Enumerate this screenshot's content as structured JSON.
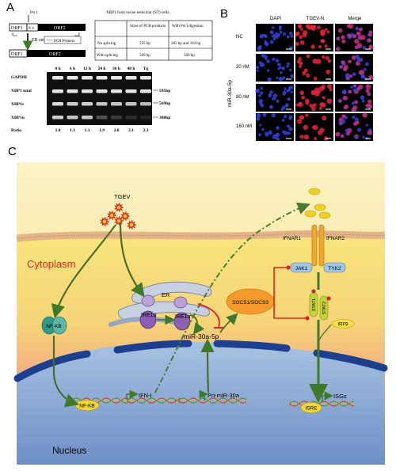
{
  "panel_a": {
    "letter": "A",
    "schematic": {
      "pst_label": "Pst I",
      "orf1": "ORF1",
      "orf2": "ORF2",
      "box_26nt": "26 nt",
      "er_stress": "ER stress",
      "pcr_primers": "PCR Primers"
    },
    "table": {
      "caption": "XBP1 from swine testicular (ST) cells:",
      "headers": [
        "",
        "Sizes of PCR products",
        "With Pst I digestion"
      ],
      "rows": [
        [
          "No splicing",
          "595 bp",
          "285 bp and 310 bp"
        ],
        [
          "With splicing",
          "569 bp",
          "569 bp"
        ]
      ]
    },
    "gel": {
      "columns": [
        "0 h",
        "6 h",
        "12 h",
        "24 h",
        "36 h",
        "48 h",
        "Tg"
      ],
      "rows": [
        "GAPDH",
        "XBP1 total",
        "XBP1s",
        "XBP1u"
      ],
      "sizes": [
        "595bp",
        "569bp",
        "300bp"
      ],
      "ratio_label": "Ratio",
      "ratios": [
        "1.0",
        "1.1",
        "1.1",
        "1.9",
        "2.0",
        "2.1",
        "2.3"
      ]
    }
  },
  "panel_b": {
    "letter": "B",
    "columns": [
      "DAPI",
      "TGEV-N",
      "Merge"
    ],
    "y_label": "miR-30a-5p",
    "rows": [
      "NC",
      "20 nM",
      "80 nM",
      "160 nM"
    ]
  },
  "panel_c": {
    "letter": "C",
    "tgev": "TGEV",
    "ifnar1": "IFNAR1",
    "ifnar2": "IFNAR2",
    "cytoplasm": "Cytoplasm",
    "er": "ER",
    "ire1a_1": "IRE1α",
    "ire1a_2": "IRE1α",
    "socs": "SOCS1/SOCS3",
    "jak1": "JAK1",
    "tyk2": "TYK2",
    "stat1": "STAT1",
    "stat2": "STAT2",
    "irf9": "IRF9",
    "nfkb_cyto": "NF-KB",
    "nfkb_nuc": "NF-KB",
    "mir": "miR-30a-5p",
    "ifn": "IFN-I",
    "pri_mir": "Pri-miR-30a",
    "isre": "ISRE",
    "isgs": "ISGs",
    "nucleus": "Nucleus"
  },
  "colors": {
    "cyto_top": "#f7e27a",
    "cyto_bottom": "#f0a070",
    "nucleus": "#8fb0d8",
    "arrow_green": "#3f7a2a",
    "inhibit_red": "#e0261c",
    "membrane": "#e3b38a"
  }
}
